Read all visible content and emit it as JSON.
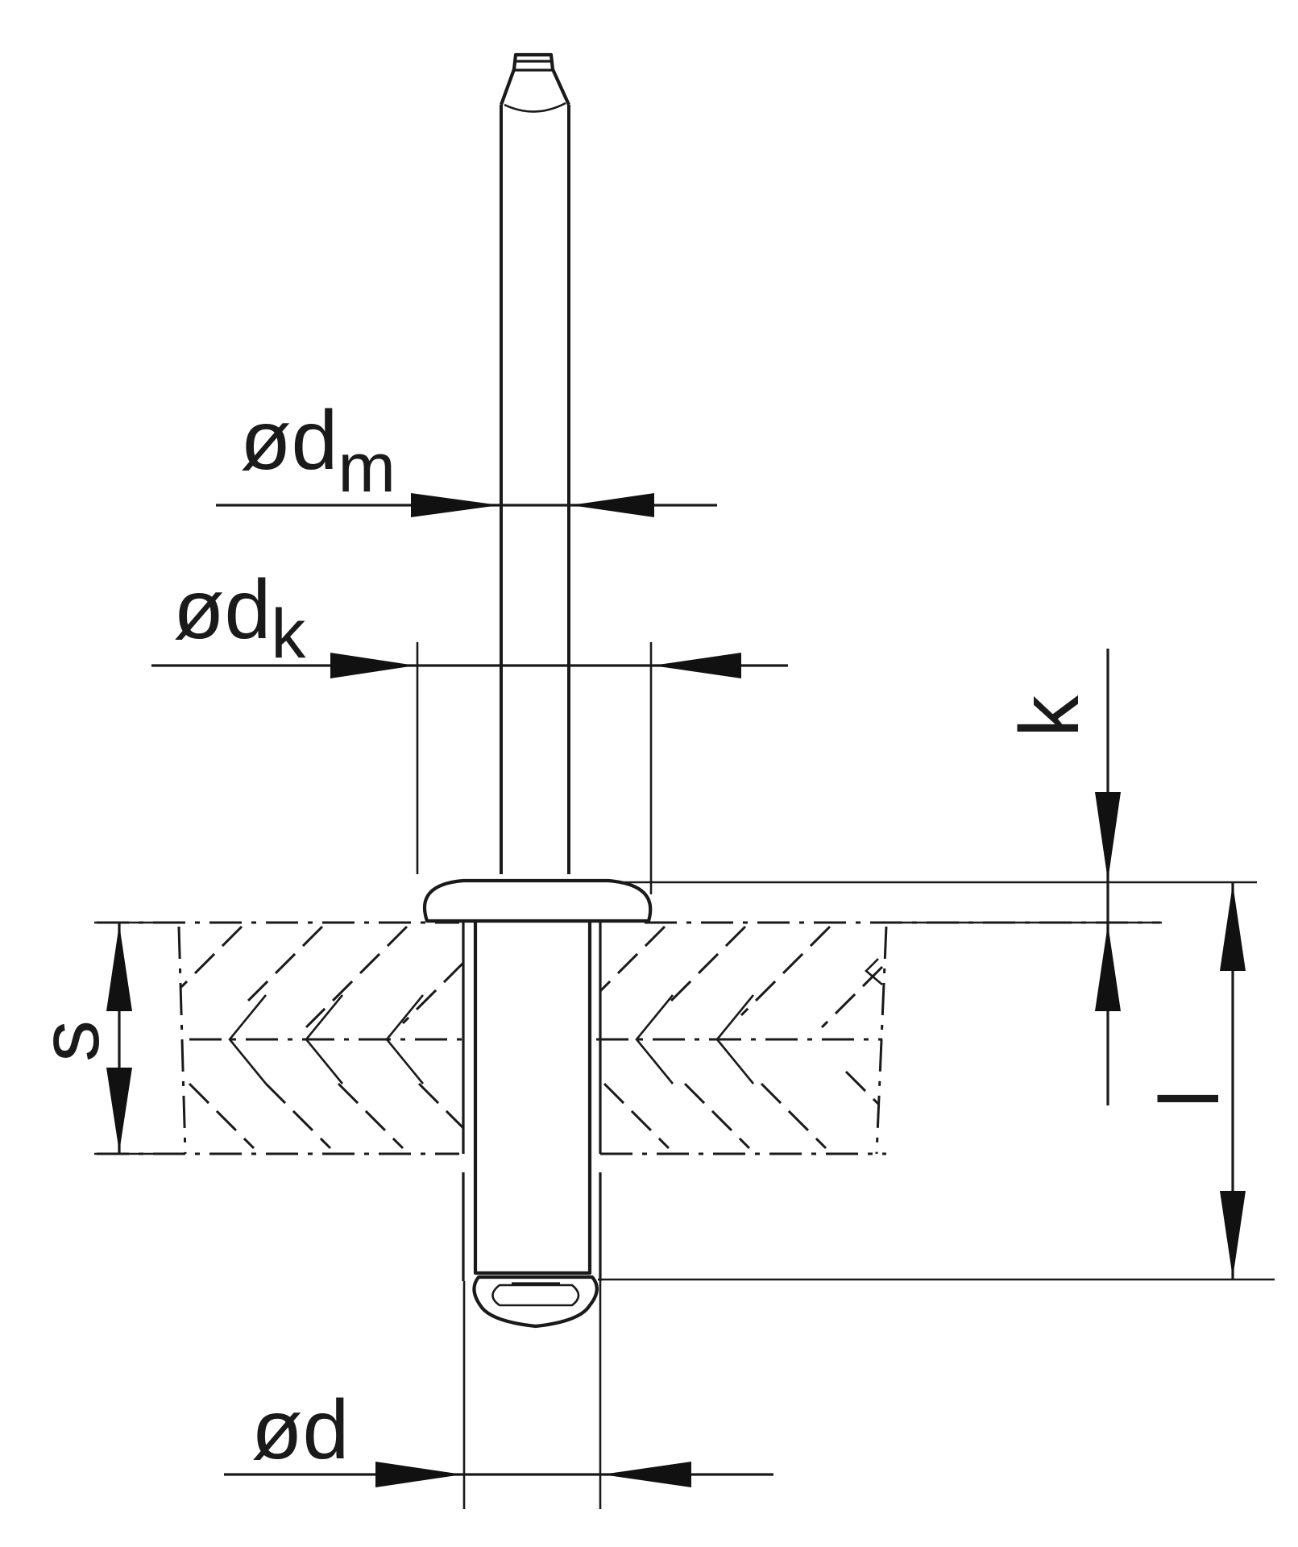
{
  "drawing": {
    "labels": {
      "dm_main": "ød",
      "dm_sub": "m",
      "dk_main": "ød",
      "dk_sub": "k",
      "k": "k",
      "s": "s",
      "l": "l",
      "d": "ød"
    }
  }
}
